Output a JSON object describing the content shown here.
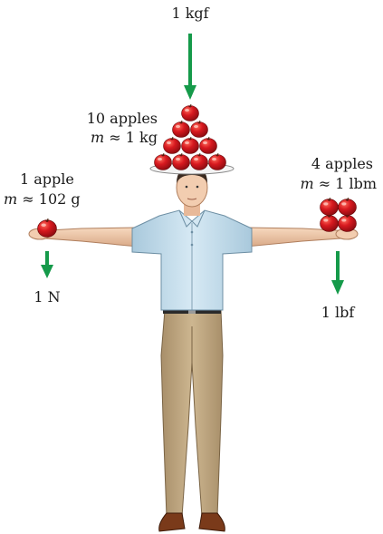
{
  "top_force": {
    "label": "1 kgf"
  },
  "head_group": {
    "count_label": "10 apples",
    "mass_symbol": "m",
    "mass_value": "≈ 1 kg"
  },
  "left_group": {
    "count_label": "1 apple",
    "mass_symbol": "m",
    "mass_value": "≈ 102 g",
    "force_label": "1 N"
  },
  "right_group": {
    "count_label": "4 apples",
    "mass_symbol": "m",
    "mass_value": "≈ 1 lbm",
    "force_label": "1 lbf"
  },
  "colors": {
    "arrow": "#159a4a",
    "apple": "#d7191f",
    "shirt": "#c8e0ee",
    "pants": "#c2ab86",
    "skin": "#f2cdb0",
    "hair": "#3a2a20",
    "shoes": "#7a3a1a"
  }
}
